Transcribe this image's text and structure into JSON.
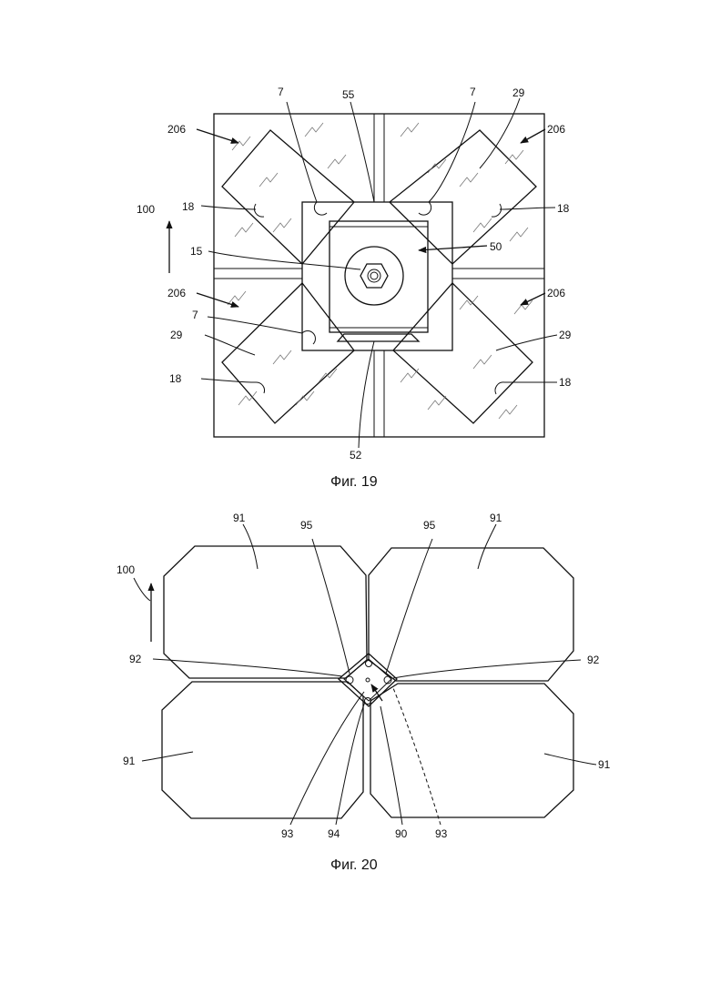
{
  "figures": [
    {
      "caption": "Фиг. 19",
      "labels": {
        "l7a": "7",
        "l55": "55",
        "l7b": "7",
        "l29a": "29",
        "l206a": "206",
        "l206b": "206",
        "l18a": "18",
        "l18b": "18",
        "l100": "100",
        "l15": "15",
        "l50": "50",
        "l206c": "206",
        "l206d": "206",
        "l7c": "7",
        "l29b": "29",
        "l29c": "29",
        "l18c": "18",
        "l18d": "18",
        "l52": "52"
      }
    },
    {
      "caption": "Фиг. 20",
      "labels": {
        "l91a": "91",
        "l95a": "95",
        "l95b": "95",
        "l91b": "91",
        "l100": "100",
        "l92a": "92",
        "l92b": "92",
        "l91c": "91",
        "l91d": "91",
        "l93a": "93",
        "l94": "94",
        "l90": "90",
        "l93b": "93"
      }
    }
  ]
}
